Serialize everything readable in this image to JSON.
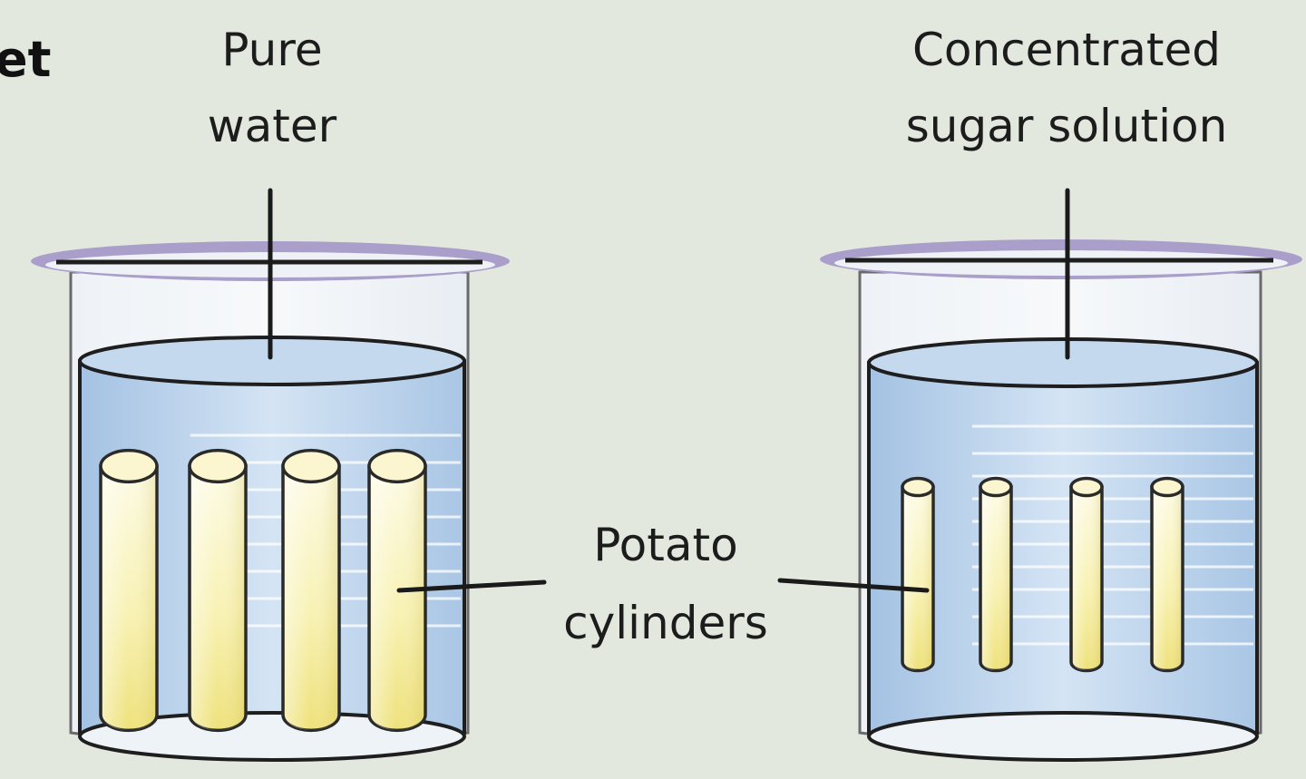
{
  "corner_text": "et",
  "labels": {
    "pure_water": [
      "Pure",
      "water"
    ],
    "sugar_solution": [
      "Concentrated",
      "sugar solution"
    ],
    "potato_cylinders": [
      "Potato",
      "cylinders"
    ]
  },
  "colors": {
    "background": "#e3e8df",
    "beaker_rim": "#a99fca",
    "liquid_top": "#a9c7e6",
    "liquid_mid": "#cfe0f3",
    "potato_top": "#fdfbe0",
    "potato_bottom": "#efe37a"
  },
  "beakers": [
    {
      "name": "pure-water",
      "potato_cylinder_count": 4,
      "cylinder_state": "swollen"
    },
    {
      "name": "sugar-solution",
      "potato_cylinder_count": 4,
      "cylinder_state": "shrunken"
    }
  ]
}
